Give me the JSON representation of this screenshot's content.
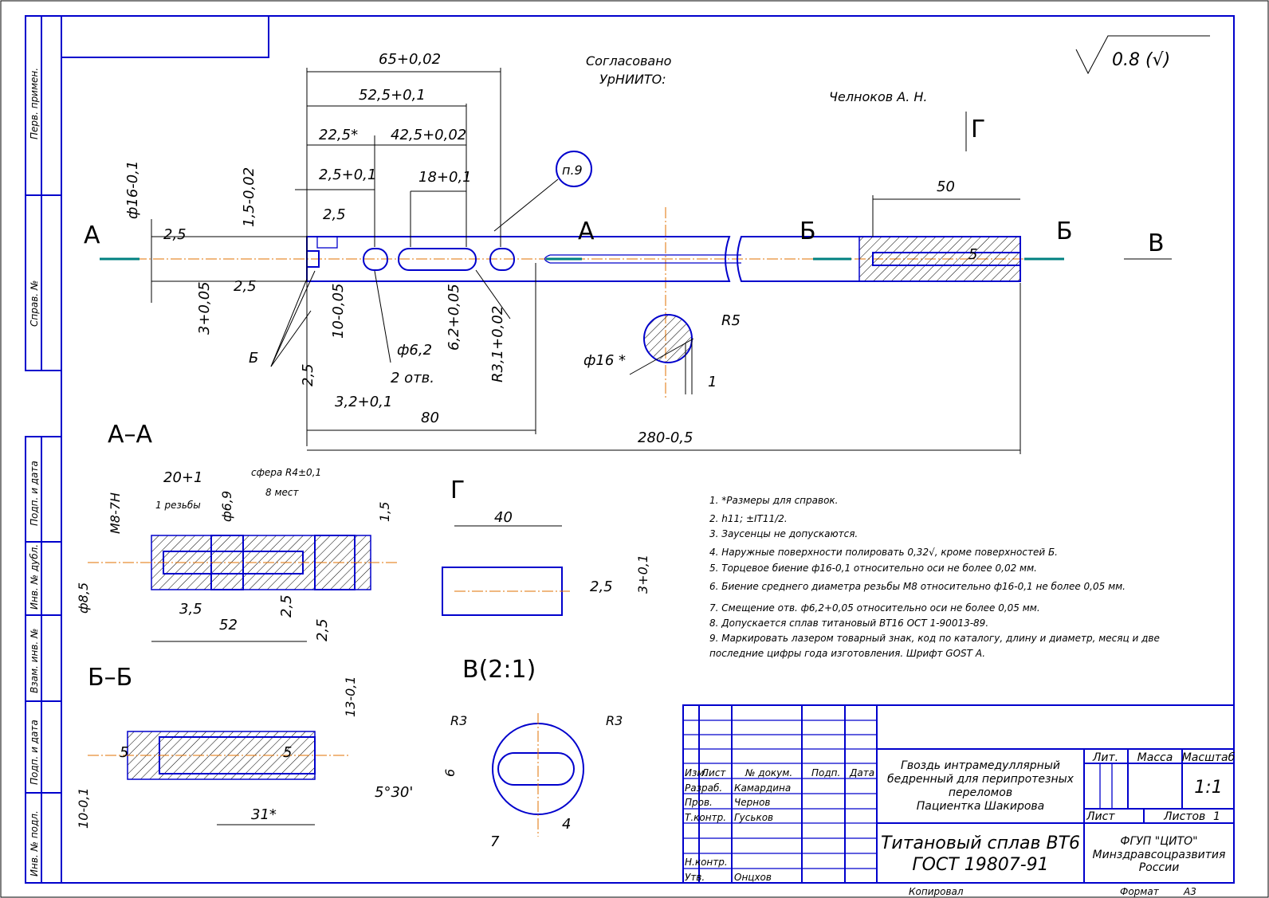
{
  "stamp_left": [
    "Перв. примен.",
    "Справ. №",
    "Подп. и дата",
    "Инв. № дубл.",
    "Взам. инв. №",
    "Подп. и дата",
    "Инв. № подл."
  ],
  "top": {
    "agreed": "Согласовано",
    "org": "УрНИИТО:",
    "person": "Челноков А. Н.",
    "roughness": "0.8 (√)"
  },
  "dims": {
    "d65": "65+0,02",
    "d52": "52,5+0,1",
    "d22": "22,5*",
    "d42": "42,5+0,02",
    "d25a": "2,5+0,1",
    "d18": "18+0,1",
    "d16": "ф16-0,1",
    "d15": "1,5-0,02",
    "d25b": "2,5",
    "d25c": "2,5",
    "d25d": "2,5",
    "d3": "3+0,05",
    "d10": "10-0,05",
    "d62": "ф6,2",
    "holes": "2 отв.",
    "d62b": "6,2+0,05",
    "r31": "R3,1+0,02",
    "d32": "3,2+0,1",
    "d80": "80",
    "d280": "280-0,5",
    "d50": "50",
    "rough5": "5",
    "r5": "R5",
    "d16s": "ф16 *",
    "d1": "1",
    "b_label": "Б",
    "pos": "п.9"
  },
  "sections": {
    "a": "А",
    "b": "Б",
    "g": "Г",
    "v": "В",
    "aa": "А–А",
    "bb": "Б–Б",
    "gv": "Г",
    "vv": "В(2:1)"
  },
  "aa": {
    "thread": "М8-7Н",
    "d20": "20+1",
    "first": "1 резьбы",
    "d69": "ф6,9",
    "sphere": "сфера R4±0,1",
    "places": "8 мест",
    "d15": "1,5",
    "d85": "ф8,5",
    "d35": "3,5",
    "d52": "52",
    "r25a": "2,5",
    "r25b": "2,5"
  },
  "gview": {
    "d40": "40",
    "d3": "3+0,1",
    "r25": "2,5"
  },
  "bbv": {
    "d13": "13-0,1",
    "d10": "10-0,1",
    "r5a": "5",
    "r5b": "5",
    "ang": "5°30'",
    "d31": "31*"
  },
  "vview": {
    "r3a": "R3",
    "r3b": "R3",
    "d6": "6",
    "d7": "7",
    "d4": "4"
  },
  "notes": [
    "1. *Размеры для справок.",
    "2. h11; ±IT11/2.",
    "3. Заусенцы не допускаются.",
    "4. Наружные поверхности полировать 0,32√, кроме поверхностей Б.",
    "5. Торцевое биение ф16-0,1 относительно оси не более 0,02 мм.",
    "6. Биение среднего диаметра резьбы М8 относительно ф16-0,1 не более 0,05 мм.",
    "7. Смещение отв. ф6,2+0,05 относительно оси не более 0,05 мм.",
    "8. Допускается сплав титановый ВТ16 ОСТ 1-90013-89.",
    "9. Маркировать лазером товарный знак, код по каталогу, длину и диаметр, месяц и две",
    "последние цифры года изготовления. Шрифт GOST A."
  ],
  "title_block": {
    "headers": [
      "Изм.",
      "Лист",
      "№ докум.",
      "Подп.",
      "Дата"
    ],
    "roles": [
      "Разраб.",
      "Пров.",
      "Т.контр.",
      "",
      "Н.контр.",
      "Утв."
    ],
    "names": [
      "Камардина",
      "Чернов",
      "Гуськов",
      "",
      "",
      "Онцхов"
    ],
    "name1": "Гвоздь интрамедуллярный",
    "name2": "бедренный для перипротезных",
    "name3": "переломов",
    "name4": "Пациентка Шакирова",
    "material1": "Титановый сплав ВТ6",
    "material2": "ГОСТ 19807-91",
    "lit": "Лит.",
    "mass": "Масса",
    "scale_label": "Масштаб",
    "scale": "1:1",
    "sheet": "Лист",
    "sheets": "Листов",
    "sheets_n": "1",
    "org1": "ФГУП \"ЦИТО\"",
    "org2": "Минздравсоцразвития",
    "org3": "России",
    "copied": "Копировал",
    "format_label": "Формат",
    "format": "А3"
  }
}
